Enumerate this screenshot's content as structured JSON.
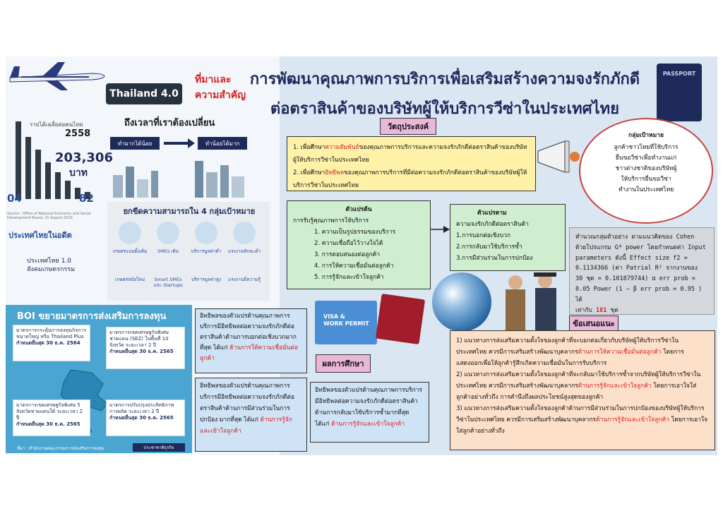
{
  "title": {
    "line1": "การพัฒนาคุณภาพการบริการเพื่อเสริมสร้างความจงรักภักดี",
    "line2": "ต่อตราสินค้าของบริษัทผู้ให้บริการวีซ่าในประเทศไทย"
  },
  "intro": {
    "label": "ที่มาและความสำคัญ",
    "thailand_card": "Thailand 4.0",
    "change_title": "ถึงเวลาที่เราต้องเปลี่ยน",
    "do_less": "ทำมากได้น้อย",
    "get_more": "ทำน้อยได้มาก",
    "stats": {
      "income_label": "รายได้เฉลี่ยต่อคนไทย",
      "year": "2558",
      "amount": "203,306",
      "unit": "บาท",
      "rank_left": "04",
      "rank_right": "82",
      "source": "Source : Office of National Economic and Social Development Board, 15 August 2016"
    },
    "past_title": "ประเทศไทยในอดีต",
    "past_item_line1": "ประเทศไทย 1.0",
    "past_item_line2": "สังคมเกษตรกรรม",
    "groups_title": "ยกขีดความสามารถใน 4 กลุ่มเป้าหมาย",
    "groups": [
      "เกษตรแบบดั้งเดิม",
      "SMEs เดิม",
      "บริการมูลค่าต่ำ",
      "แรงงานทักษะต่ำ",
      "เกษตรสมัยใหม่",
      "Smart SMEs และ Startups",
      "บริการมูลค่าสูง",
      "แรงงานมีความรู้"
    ]
  },
  "boi": {
    "title": "BOI ขยายมาตรการส่งเสริมการลงทุน",
    "cards": [
      {
        "text": "มาตรการกระตุ้นการลงทุนกิจการขนาดใหญ่ หรือ Thailand Plus",
        "due": "กำหนดยื่นสุด 30 ธ.ค. 2564"
      },
      {
        "text": "มาตรการเขตเศรษฐกิจพิเศษชายแดน (SEZ) ในพื้นที่ 10 จังหวัด ระยะเวลา 2 ปี",
        "due": "กำหนดยื่นสุด 30 ธ.ค. 2565"
      },
      {
        "text": "มาตรการเขตเศรษฐกิจพิเศษ 5 จังหวัดชายแดนใต้ ระยะเวลา 2 ปี",
        "due": "กำหนดยื่นสุด 30 ธ.ค. 2565"
      },
      {
        "text": "มาตรการปรับปรุงประสิทธิภาพการผลิต ระยะเวลา 2 ปี",
        "due": "กำหนดยื่นสุด 30 ธ.ค. 2565"
      }
    ],
    "source": "ที่มา : สำนักงานคณะกรรมการส่งเสริมการลงทุน",
    "logo": "ประชาชาติธุรกิจ"
  },
  "objectives": {
    "label": "วัตถุประสงค์",
    "item1_pre": "1. เพื่อศึกษา",
    "item1_hl": "ความสัมพันธ์",
    "item1_post": "ของคุณภาพการบริการและความจงรักภักดีต่อตราสินค้าของบริษัทผู้ให้บริการวีซ่าในประเทศไทย",
    "item2_pre": "2. เพื่อศึกษา",
    "item2_hl": "อิทธิพล",
    "item2_post": "ของคุณภาพการบริการที่มีต่อความจงรักภักดีต่อตราสินค้าของบริษัทผู้ให้บริการวีซ่าในประเทศไทย"
  },
  "independent": {
    "head": "ตัวแปรต้น",
    "subhead": "การรับรู้คุณภาพการให้บริการ",
    "items": [
      "1. ความเป็นรูปธรรมของบริการ",
      "2. ความเชื่อถือไว้วางใจได้",
      "3. การตอบสนองต่อลูกค้า",
      "4. การให้ความเชื่อมั่นต่อลูกค้า",
      "5. การรู้จักและเข้าใจลูกค้า"
    ]
  },
  "dependent": {
    "head": "ตัวแปรตาม",
    "subhead": "ความจงรักภักดีต่อตราสินค้า",
    "items": [
      "1.การบอกต่อเชิงบวก",
      "2.การกลับมาใช้บริการซ้ำ",
      "3.การมีส่วนร่วมในการปกป้อง"
    ]
  },
  "target": {
    "head": "กลุ่มเป้าหมาย",
    "lines": [
      "ลูกค้าชาวไทยที่ใช้บริการ",
      "ยื่นขอวีซ่าเพื่อทำงานแก่",
      "ชาวต่างชาติของบริษัทผู้",
      "ให้บริการยื่นขอวีซ่า",
      "ทำงานในประเทศไทย"
    ]
  },
  "sample": {
    "lines": [
      "คำนวณกลุ่มตัวอย่าง ตามแนวคิดของ Cohen",
      "ด้วยโปรแกรม G* power โดยกำหนดค่า Input",
      "parameters ดังนี้ Effect size f2 =",
      "0.1134366 (ค่า Patrial R² จากงานของ",
      "30 ชุด = 0.101879744) α err prob =",
      "0.05 Power (1 − β err prob = 0.95 ) ได้"
    ],
    "last_pre": "เท่ากับ ",
    "last_num": "181",
    "last_post": " ชุด"
  },
  "results": {
    "label": "ผลการศึกษา",
    "box1_text": "อิทธิพลของตัวแปรด้านคุณภาพการบริการมีอิทธิพลต่อความจงรักภักดีต่อตราสินค้าด้านการบอกต่อเชิงบวกมากที่สุด ได้แก่",
    "box1_red": " ด้านการให้ความเชื่อมั่นต่อลูกค้า",
    "box2_text": "อิทธิพลของตัวแปรด้านคุณภาพการบริการมีอิทธิพลต่อความจงรักภักดีต่อตราสินค้าด้านการมีส่วนร่วมในการปกป้อง มากที่สุด ได้แก่",
    "box2_red": " ด้านการรู้จักและเข้าใจลูกค้า",
    "box3_text": "อิทธิพลของตัวแปรด้านคุณภาพการบริการมีอิทธิพลต่อความจงรักภักดีต่อตราสินค้าด้านการกลับมาใช้บริการซ้ำมากที่สุด ได้แก่",
    "box3_red": " ด้านการรู้จักและเข้าใจลูกค้า"
  },
  "visa_card": {
    "line1": "VISA &",
    "line2": "WORK PERMIT"
  },
  "passport_label": "PASSPORT",
  "recommendations": {
    "label": "ข้อเสนอแนะ",
    "r1_a": "1) แนวทางการส่งเสริมความตั้งใจของลูกค้าที่จะบอกต่อเกี่ยวกับบริษัทผู้ให้บริการวีซ่าในประเทศไทย ควรมีการเสริมสร้างพัฒนาบุคลากร",
    "r1_red": "ด้านการให้ความเชื่อมั่นต่อลูกค้า",
    "r1_b": " โดยการแสดงออกเพื่อให้ลูกค้ารู้สึกเกิดความเชื่อมั่นในการรับบริการ",
    "r2_a": "2) แนวทางการส่งเสริมความตั้งใจของลูกค้าที่จะกลับมาใช้บริการซ้ำจากบริษัทผู้ให้บริการวีซ่าในประเทศไทย ควรมีการเสริมสร้างพัฒนาบุคลากร",
    "r2_red": "ด้านการรู้จักและเข้าใจลูกค้า",
    "r2_b": " โดยการเอาใจใส่ลูกค้าอย่างทั่วถึง การคำนึงถึงผลประโยชน์สูงสุดของลูกค้า",
    "r3_a": "3) แนวทางการส่งเสริมความตั้งใจของลูกค้าด้านการมีส่วนร่วมในการปกป้องของบริษัทผู้ให้บริการวีซ่าในประเทศไทย ควรมีการเสริมสร้างพัฒนาบุคลากร",
    "r3_red": "ด้านการรู้จักและเข้าใจลูกค้า",
    "r3_b": " โดยการเอาใจใส่ลูกค้าอย่างทั่วถึง"
  },
  "colors": {
    "navy": "#1d2a5a",
    "red": "#d32222",
    "objectives_bg": "#fff1a8",
    "variables_bg": "#cfeecf",
    "results_bg": "#cfe3f6",
    "recommendations_bg": "#fde0c9",
    "tag_bg": "#e9b8d8"
  }
}
